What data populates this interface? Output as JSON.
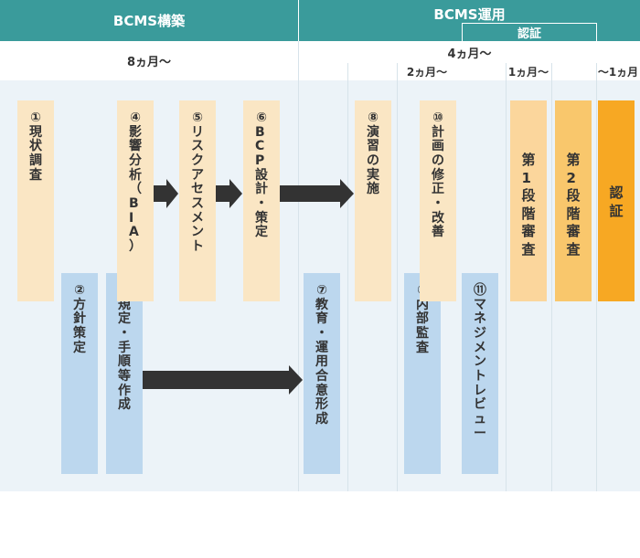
{
  "headers": {
    "build": "BCMS構築",
    "ops": "BCMS運用",
    "cert": "認証"
  },
  "durations": {
    "build": "8ヵ月〜",
    "ops": "4ヵ月〜",
    "phase_2m": "2ヵ月〜",
    "phase_1m": "1ヵ月〜",
    "phase_cert": "〜1ヵ月"
  },
  "steps": [
    {
      "num": "①",
      "label": "現状調査"
    },
    {
      "num": "②",
      "label": "方針策定"
    },
    {
      "num": "③",
      "label": "規定・手順等作成"
    },
    {
      "num": "④",
      "label": "影響分析（BIA）"
    },
    {
      "num": "⑤",
      "label": "リスクアセスメント"
    },
    {
      "num": "⑥",
      "label": "BCP設計・策定"
    },
    {
      "num": "⑦",
      "label": "教育・運用合意形成"
    },
    {
      "num": "⑧",
      "label": "演習の実施"
    },
    {
      "num": "⑨",
      "label": "内部監査"
    },
    {
      "num": "⑩",
      "label": "計画の修正・改善"
    },
    {
      "num": "⑪",
      "label": "マネジメントレビュー"
    }
  ],
  "stages": [
    {
      "label": "第1段階審査"
    },
    {
      "label": "第2段階審査"
    },
    {
      "label": "認証"
    }
  ]
}
